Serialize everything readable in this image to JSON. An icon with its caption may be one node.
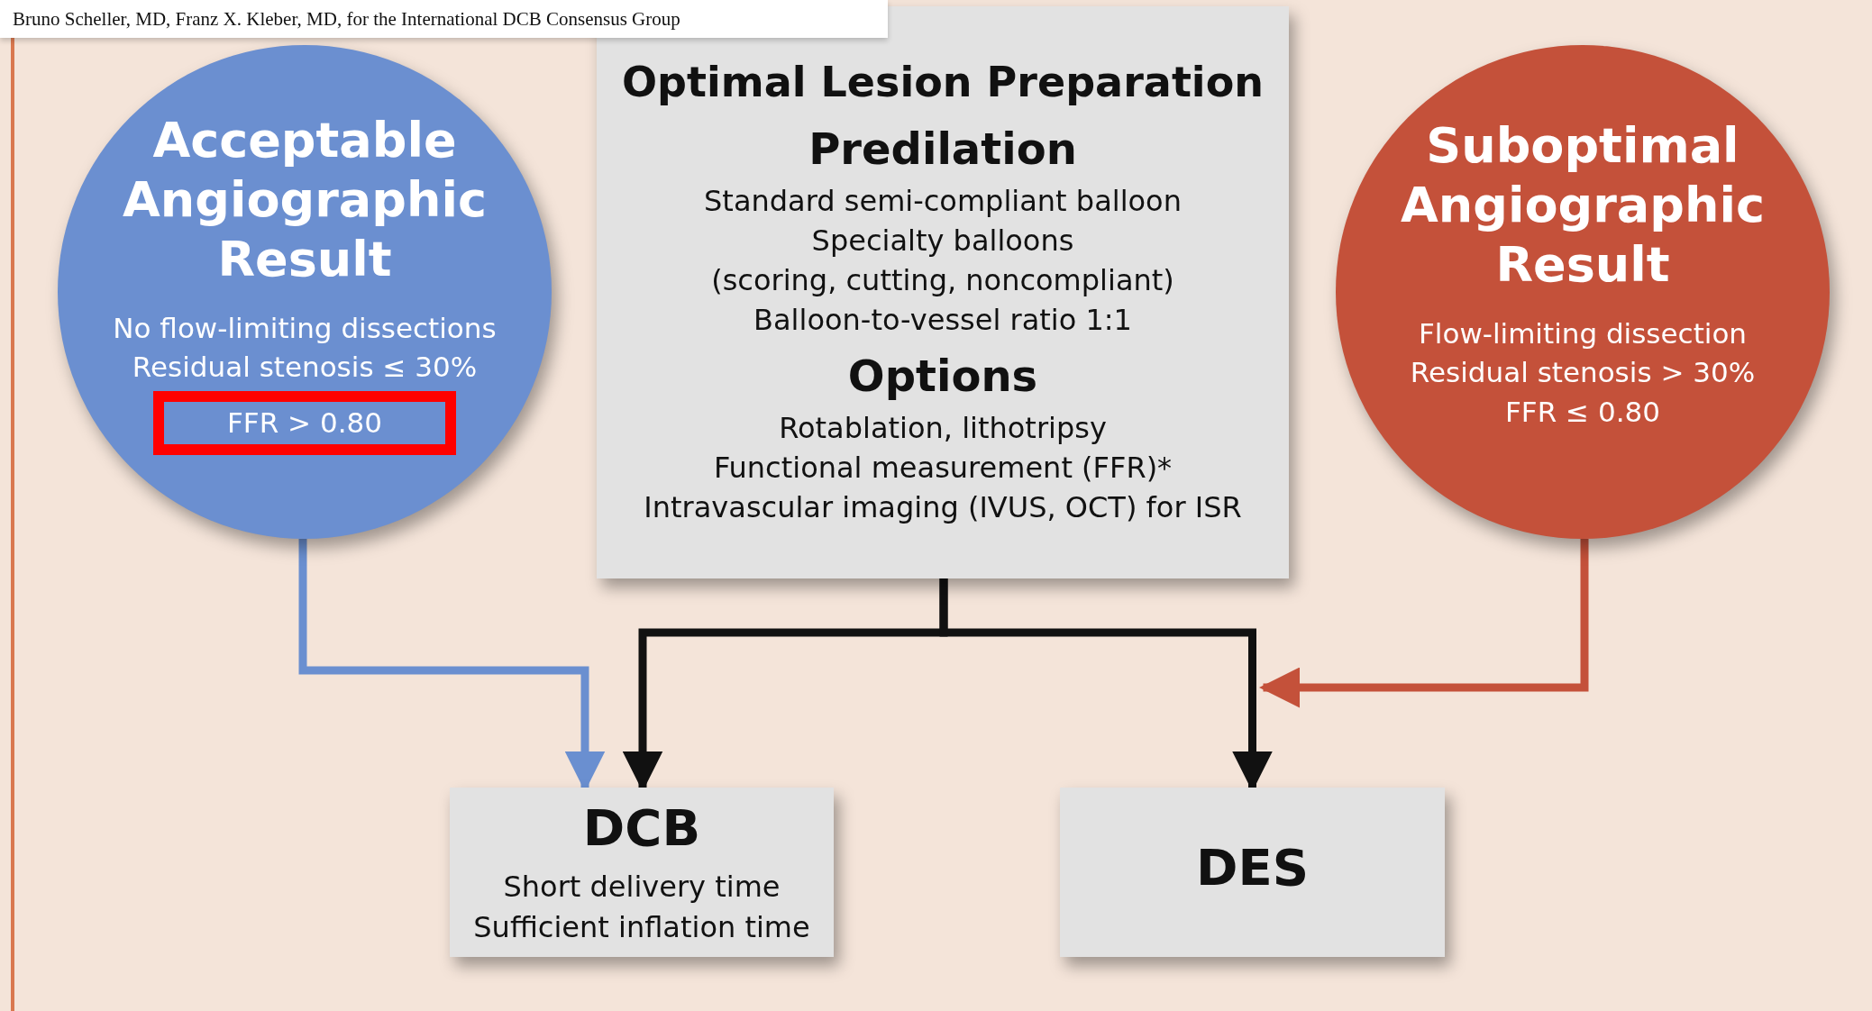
{
  "diagram": {
    "nodes": [
      {
        "text": [
          "Acceptable Angiographic Result",
          "No flow-limiting dissections",
          "Residual stenosis ≤ 30%",
          "FFR > 0.80"
        ]
      },
      {
        "text": [
          "Optimal Lesion Preparation",
          "Predilation",
          "Standard semi-compliant balloon",
          "Specialty balloons",
          "(scoring, cutting, noncompliant)",
          "Balloon-to-vessel ratio 1:1",
          "Options",
          "Rotablation, lithotripsy",
          "Functional measurement (FFR)*",
          "Intravascular imaging (IVUS, OCT) for ISR"
        ]
      },
      {
        "text": [
          "Suboptimal Angiographic Result",
          "Flow-limiting dissection",
          "Residual stenosis > 30%",
          "FFR ≤ 0.80"
        ]
      },
      {
        "text": [
          "DCB",
          "Short delivery time",
          "Sufficient inflation time"
        ]
      },
      {
        "text": [
          "DES"
        ]
      }
    ],
    "edges": [
      {
        "from": 0,
        "to": 3,
        "arrow": "to",
        "color": "#6a8fd0"
      },
      {
        "from": 1,
        "to": 3,
        "arrow": "to"
      },
      {
        "from": 1,
        "to": 4,
        "arrow": "to"
      },
      {
        "from": 2,
        "to": 4,
        "arrow": "to",
        "color": "#c4513a"
      }
    ],
    "labels": [
      "Bruno Scheller, MD, Franz X. Kleber, MD, for the International DCB Consensus Group"
    ]
  }
}
